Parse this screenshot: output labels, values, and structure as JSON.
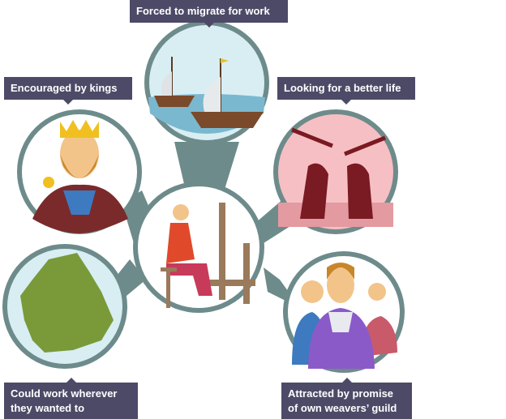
{
  "labels": {
    "top": "Forced to migrate for work",
    "top_left": "Encouraged by kings",
    "top_right": "Looking for a better life",
    "bottom_left": "Could work wherever they wanted to",
    "bottom_right": "Attracted by promise of own weavers’ guild"
  },
  "colors": {
    "label_bg": "#4d4a68",
    "ring": "#6e8b8b"
  }
}
